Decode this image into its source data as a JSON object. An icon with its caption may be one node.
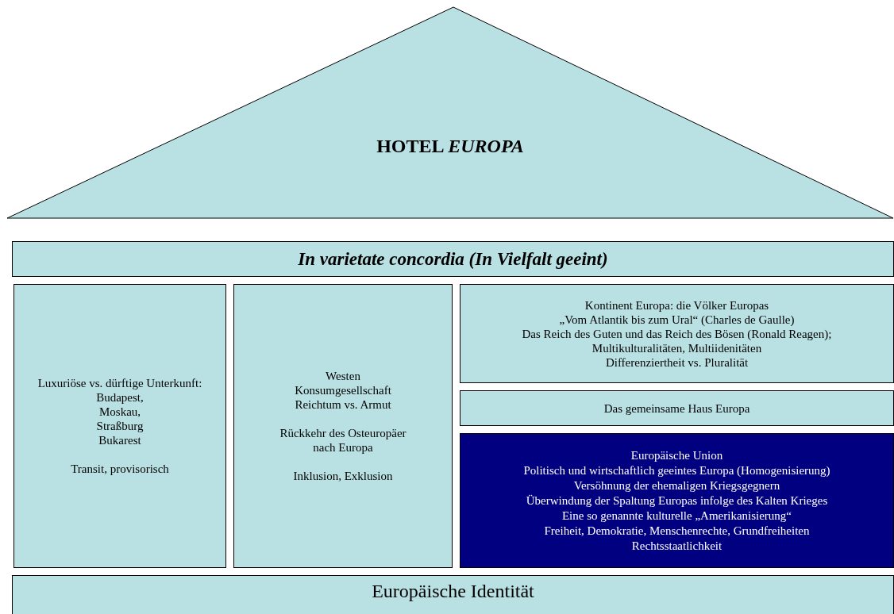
{
  "diagram": {
    "nodes": [
      {
        "text": [
          "HOTEL *EUROPA*"
        ]
      },
      {
        "text": [
          "In varietate concordia (In Vielfalt geeint)"
        ]
      },
      {
        "text": [
          "Luxuriöse vs. dürftige Unterkunft:",
          "Budapest,",
          "Moskau,",
          "Straßburg",
          "Bukarest",
          "Transit, provisorisch"
        ]
      },
      {
        "text": [
          "Westen",
          "Konsumgesellschaft",
          "Reichtum vs. Armut",
          "Rückkehr des Osteuropäer nach Europa",
          "Inklusion, Exklusion"
        ]
      },
      {
        "text": [
          "Kontinent Europa: die Völker Europas",
          "„Vom Atlantik bis zum Ural“ (Charles de Gaulle)",
          "Das Reich des Guten und das Reich des Bösen (Ronald Reagen);",
          "Multikulturalitäten, Multiidenitäten",
          "Differenziertheit vs. Pluralität"
        ]
      },
      {
        "text": [
          "Das gemeinsame Haus Europa"
        ]
      },
      {
        "text": [
          "Europäische Union",
          "Politisch und wirtschaftlich geeintes Europa (Homogenisierung)",
          "Versöhnung der ehemaligen Kriegsgegnern",
          "Überwindung der Spaltung Europas infolge des Kalten Krieges",
          "Eine so genannte kulturelle „Amerikanisierung“",
          "Freiheit, Demokratie, Menschenrechte, Grundfreiheiten",
          "Rechtsstaatlichkeit"
        ]
      },
      {
        "text": [
          "Europäische Identität"
        ]
      }
    ]
  }
}
